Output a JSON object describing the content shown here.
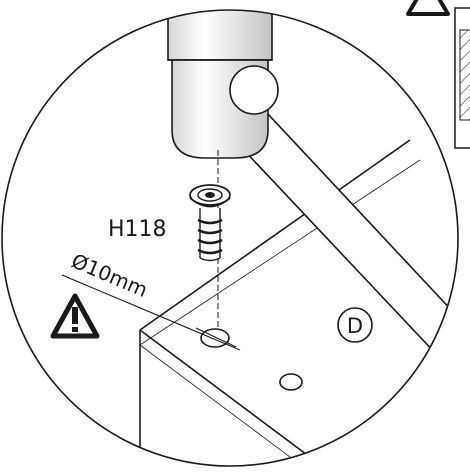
{
  "labels": {
    "part_code": "H118",
    "hole_diameter": "Ø10mm",
    "marker_letter": "D"
  },
  "icons": {
    "warning": "warning-triangle-icon",
    "warning_partial": "warning-triangle-icon"
  },
  "colors": {
    "line": "#1a1a1a",
    "background": "#ffffff"
  }
}
